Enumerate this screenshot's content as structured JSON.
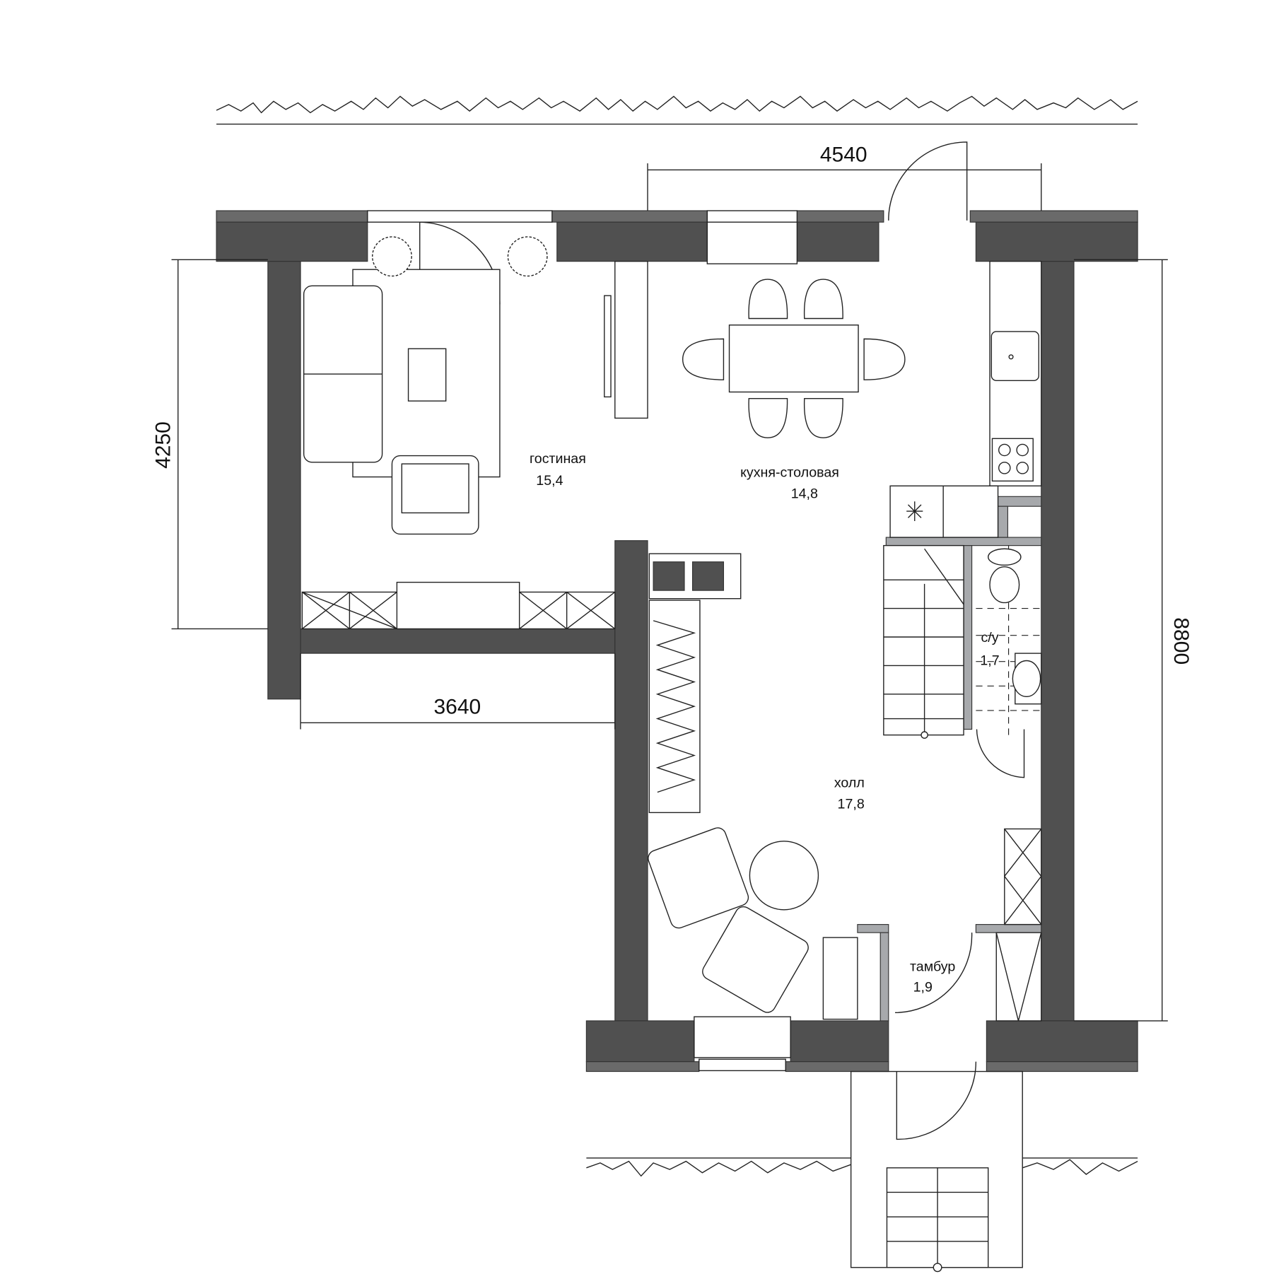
{
  "plan": {
    "rooms": [
      {
        "name": "гостиная",
        "area": "15,4"
      },
      {
        "name": "кухня-столовая",
        "area": "14,8"
      },
      {
        "name": "холл",
        "area": "17,8"
      },
      {
        "name": "с/у",
        "area": "1,7"
      },
      {
        "name": "тамбур",
        "area": "1,9"
      }
    ],
    "dimensions": {
      "top": "4540",
      "left": "4250",
      "bottom": "3640",
      "right": "8800"
    },
    "colors": {
      "wall": "#505050",
      "partition": "#a7a9ac"
    }
  }
}
